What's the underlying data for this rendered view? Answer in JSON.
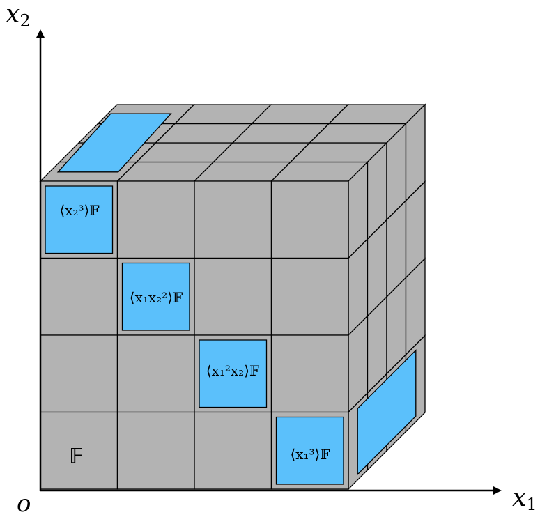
{
  "axes": {
    "origin_label": "o",
    "x_axis_label": {
      "var": "x",
      "sub": "1"
    },
    "y_axis_label": {
      "var": "x",
      "sub": "2"
    }
  },
  "cube": {
    "grid": "4x4x4",
    "face_color": "#b3b3b3",
    "highlight_color": "#5bc0fb",
    "line_color": "#000000"
  },
  "labels": {
    "field_symbol": "𝔽",
    "cells": [
      {
        "id": "x2-cubed",
        "text": "⟨x₂³⟩𝔽"
      },
      {
        "id": "x1-x2-squared",
        "text": "⟨x₁x₂²⟩𝔽"
      },
      {
        "id": "x1-squared-x2",
        "text": "⟨x₁²x₂⟩𝔽"
      },
      {
        "id": "x1-cubed",
        "text": "⟨x₁³⟩𝔽"
      }
    ]
  }
}
